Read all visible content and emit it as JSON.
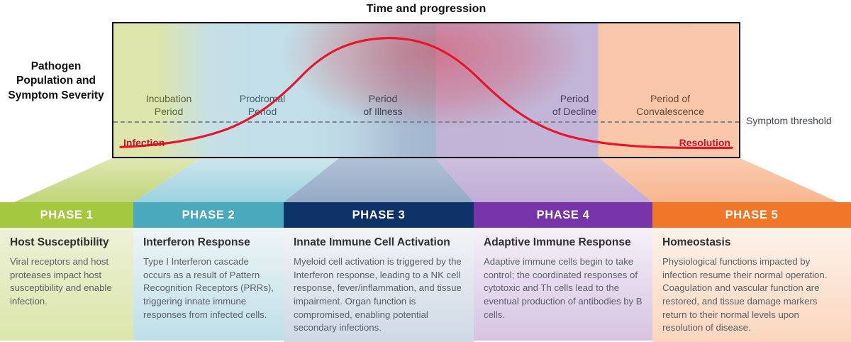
{
  "chart": {
    "title": "Time and progression",
    "y_axis_caption": "Pathogen Population and Symptom Severity",
    "threshold_caption": "Symptom threshold",
    "start_label": "Infection",
    "end_label": "Resolution",
    "bands": [
      {
        "id": "incubation",
        "label_line1": "Incubation",
        "label_line2": "Period",
        "color": "#dde5ab"
      },
      {
        "id": "prodromal",
        "label_line1": "Prodromal",
        "label_line2": "Period",
        "color": "#c2dfe9"
      },
      {
        "id": "illness",
        "label_line1": "Period",
        "label_line2": "of Illness",
        "color": "#a3b7d0"
      },
      {
        "id": "decline",
        "label_line1": "Period",
        "label_line2": "of Decline",
        "color": "#c2b5d7"
      },
      {
        "id": "convalescence",
        "label_line1": "Period of",
        "label_line2": "Convalescence",
        "color": "#f9c7a9"
      }
    ]
  },
  "chart_data": {
    "type": "line",
    "title": "Time and progression",
    "xlabel": "Time and progression",
    "ylabel": "Pathogen Population and Symptom Severity",
    "grid": false,
    "legend": "none",
    "xlim": [
      0,
      100
    ],
    "ylim": [
      0,
      100
    ],
    "series": [
      {
        "name": "Pathogen population / symptom severity",
        "color": "#e8142a",
        "x": [
          0,
          5,
          10,
          15,
          20,
          25,
          30,
          35,
          40,
          45,
          50,
          55,
          60,
          65,
          70,
          75,
          80,
          85,
          90,
          95,
          100
        ],
        "y": [
          3,
          4,
          6,
          9,
          14,
          22,
          34,
          50,
          67,
          82,
          92,
          96,
          93,
          84,
          70,
          54,
          39,
          26,
          16,
          9,
          5
        ]
      }
    ],
    "annotations": [
      {
        "text": "Infection",
        "x": 2,
        "y": 5,
        "color": "#c0182b"
      },
      {
        "text": "Resolution",
        "x": 97,
        "y": 5,
        "color": "#c0182b"
      },
      {
        "text": "Symptom threshold",
        "y": 30,
        "style": "dashed-horizontal-line",
        "color": "#7d8591"
      }
    ],
    "x_regions": [
      {
        "label": "Incubation Period",
        "x_start": 0,
        "x_end": 14,
        "color": "#dde5ab"
      },
      {
        "label": "Prodromal Period",
        "x_start": 14,
        "x_end": 36,
        "color": "#c2dfe9"
      },
      {
        "label": "Period of Illness",
        "x_start": 36,
        "x_end": 51.5,
        "color": "#a3b7d0"
      },
      {
        "label": "Period of Decline",
        "x_start": 51.5,
        "x_end": 77.5,
        "color": "#c2b5d7"
      },
      {
        "label": "Period of Convalescence",
        "x_start": 77.5,
        "x_end": 100,
        "color": "#f9c7a9"
      }
    ]
  },
  "phases": [
    {
      "header": "PHASE 1",
      "header_color": "#a4c93e",
      "body_top_color": "#edf1d8",
      "body_bottom_color": "#dbe6a9",
      "name": "Host Susceptibility",
      "description": "Viral receptors and host proteases impact host susceptibility and enable infection."
    },
    {
      "header": "PHASE 2",
      "header_color": "#4aa9bd",
      "body_top_color": "#eef5f6",
      "body_bottom_color": "#bedfe8",
      "name": "Interferon Response",
      "description": "Type I Interferon cascade occurs as a result of Pattern Recognition Receptors (PRRs), triggering innate immune responses from infected cells."
    },
    {
      "header": "PHASE 3",
      "header_color": "#0d3268",
      "body_top_color": "#f2f3f6",
      "body_bottom_color": "#ced9e6",
      "name": "Innate Immune Cell Activation",
      "description": "Myeloid cell activation is triggered by the Interferon response, leading to a NK cell response, fever/inflammation, and tissue impairment. Organ function is compromised, enabling potential secondary infections."
    },
    {
      "header": "PHASE 4",
      "header_color": "#7734a8",
      "body_top_color": "#f5f1f8",
      "body_bottom_color": "#d6c3e2",
      "name": "Adaptive Immune Response",
      "description": "Adaptive immune cells begin to take control; the coordinated responses of cytotoxic and Th cells lead to the eventual production of antibodies by B cells."
    },
    {
      "header": "PHASE 5",
      "header_color": "#f07728",
      "body_top_color": "#fdf2ea",
      "body_bottom_color": "#fbd6bd",
      "name": "Homeostasis",
      "description": "Physiological functions impacted by infection resume their normal operation. Coagulation and vascular function are restored, and tissue damage markers return to their normal levels upon resolution of disease."
    }
  ]
}
